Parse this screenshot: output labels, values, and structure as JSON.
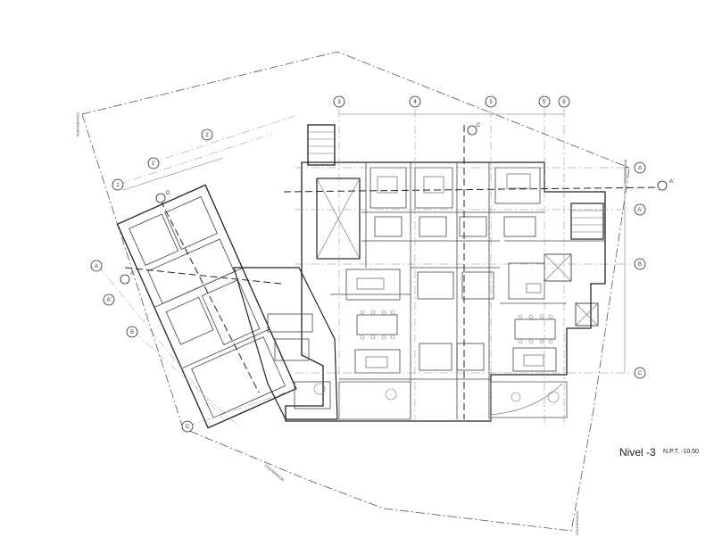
{
  "drawing": {
    "title": "Nivel -3",
    "level": "N.P.T. -10.50"
  },
  "grid_bubbles_top": [
    "3",
    "4",
    "5",
    "5'",
    "6"
  ],
  "grid_bubbles_right": [
    "A",
    "A'",
    "B",
    "C"
  ],
  "grid_bubbles_left": [
    "1",
    "1'",
    "2",
    "A",
    "A'",
    "B",
    "C"
  ],
  "section_marks": [
    "A'",
    "C",
    "D",
    "A'"
  ],
  "boundary_labels": [
    "COLINDANCIA",
    "COLINDANCIA",
    "COLINDANCIA",
    "COLINDANCIA"
  ]
}
